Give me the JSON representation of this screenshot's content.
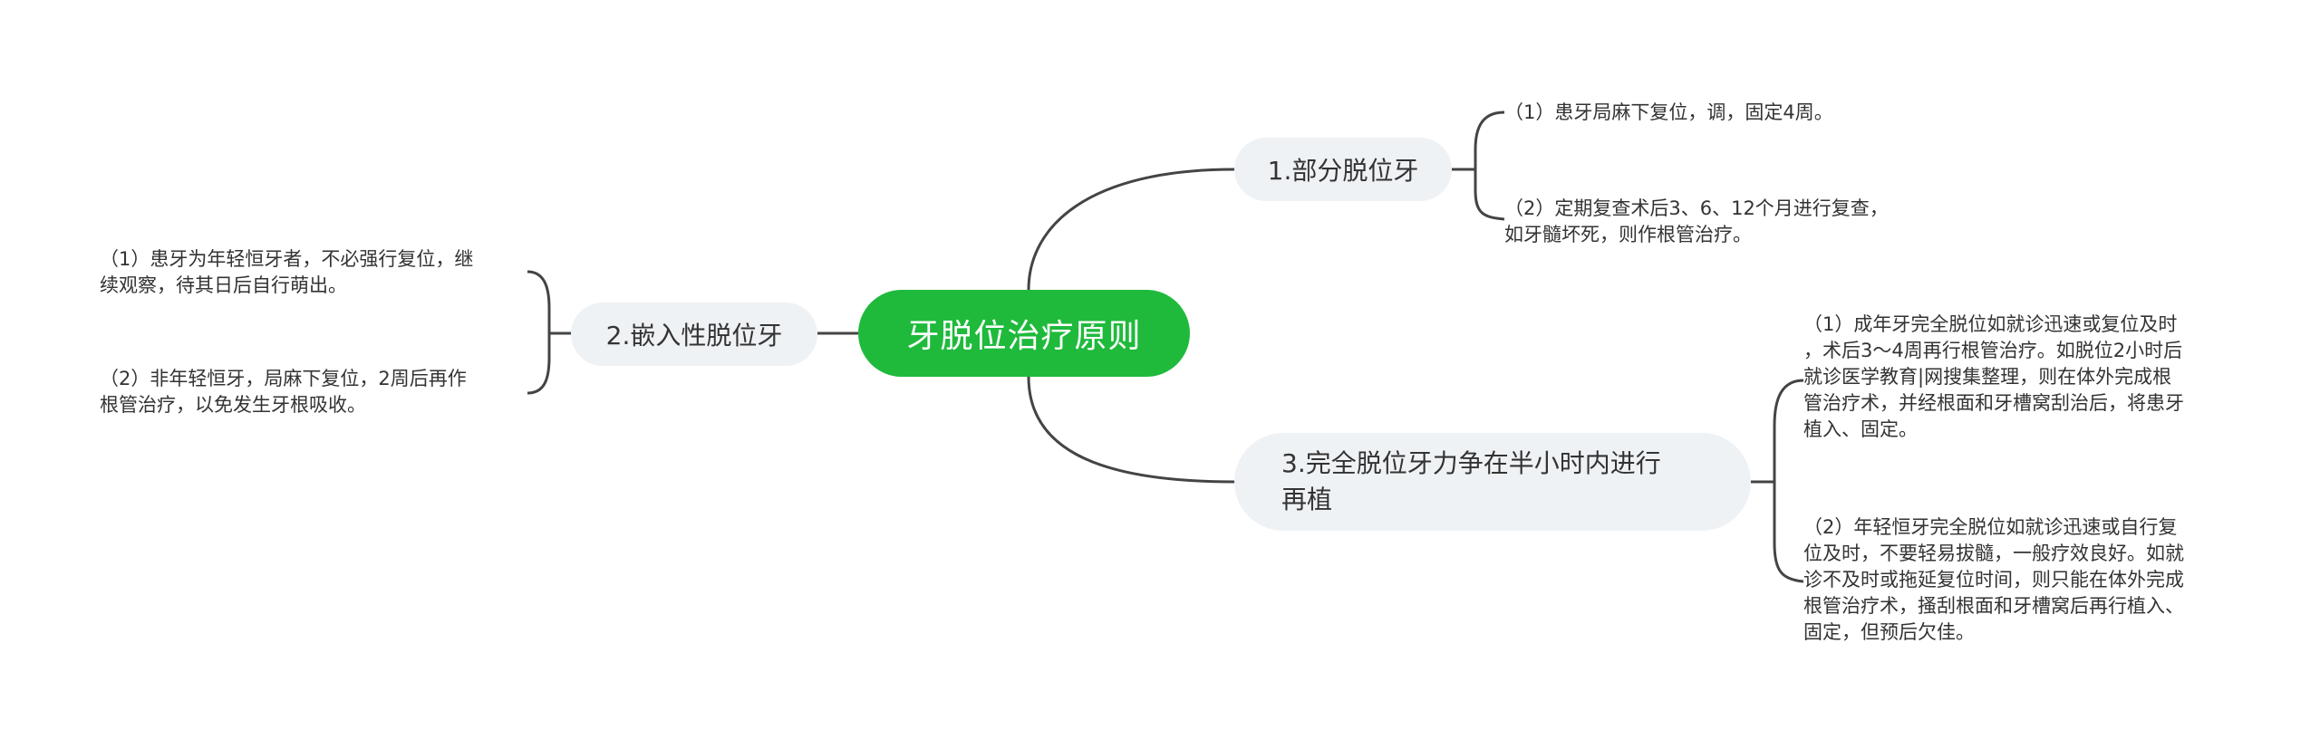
{
  "root": {
    "label": "牙脱位治疗原则"
  },
  "branches": [
    {
      "label": "1.部分脱位牙",
      "leaves": [
        "（1）患牙局麻下复位，调，固定4周。",
        "（2）定期复查术后3、6、12个月进行复查，\n如牙髓坏死，则作根管治疗。"
      ]
    },
    {
      "label": "2.嵌入性脱位牙",
      "leaves": [
        "（1）患牙为年轻恒牙者，不必强行复位，继\n续观察，待其日后自行萌出。",
        "（2）非年轻恒牙，局麻下复位，2周后再作\n根管治疗，以免发生牙根吸收。"
      ]
    },
    {
      "label": "3.完全脱位牙力争在半小时内进行\n再植",
      "leaves": [
        "（1）成年牙完全脱位如就诊迅速或复位及时\n，术后3～4周再行根管治疗。如脱位2小时后\n就诊医学教育|网搜集整理，则在体外完成根\n管治疗术，并经根面和牙槽窝刮治后，将患牙\n植入、固定。",
        "（2）年轻恒牙完全脱位如就诊迅速或自行复\n位及时，不要轻易拔髓，一般疗效良好。如就\n诊不及时或拖延复位时间，则只能在体外完成\n根管治疗术，搔刮根面和牙槽窝后再行植入、\n固定，但预后欠佳。"
      ]
    }
  ],
  "colors": {
    "root_fill": "#1fba3c",
    "branch_fill": "#eff2f5",
    "line": "#444444",
    "text": "#333333"
  }
}
